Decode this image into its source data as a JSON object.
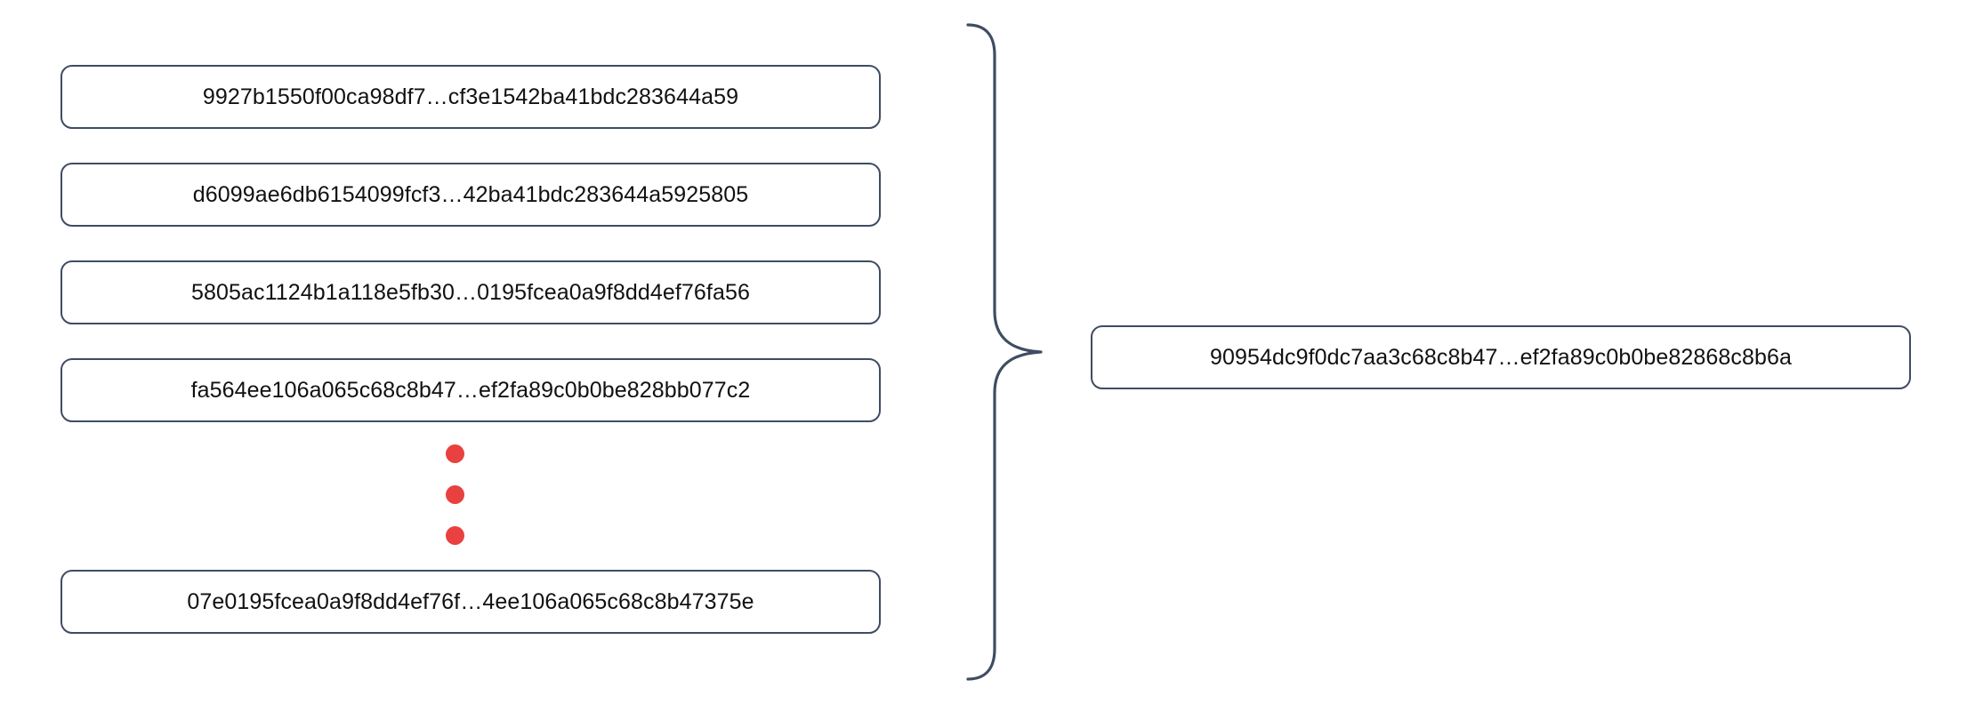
{
  "diagram": {
    "title": "hash-aggregation",
    "colors": {
      "box_border": "#3f4c63",
      "box_fill": "#ffffff",
      "text": "#111111",
      "brace": "#3f4c63",
      "ellipsis_dot": "#e8413f",
      "background": "#ffffff"
    },
    "inputs": [
      {
        "label": "9927b1550f00ca98df7…cf3e1542ba41bdc283644a59"
      },
      {
        "label": "d6099ae6db6154099fcf3…42ba41bdc283644a5925805"
      },
      {
        "label": "5805ac1124b1a118e5fb30…0195fcea0a9f8dd4ef76fa56"
      },
      {
        "label": "fa564ee106a065c68c8b47…ef2fa89c0b0be828bb077c2"
      },
      {
        "label": "07e0195fcea0a9f8dd4ef76f…4ee106a065c68c8b47375e"
      }
    ],
    "ellipsis": {
      "name": "vertical-ellipsis",
      "dot_count": 3
    },
    "connector": {
      "name": "curly-brace",
      "orientation": "right-pointing"
    },
    "output": {
      "label": "90954dc9f0dc7aa3c68c8b47…ef2fa89c0b0be82868c8b6a"
    }
  }
}
